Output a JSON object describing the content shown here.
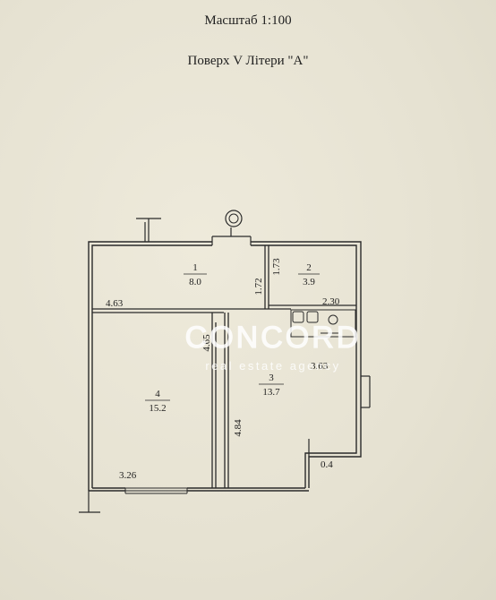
{
  "header": {
    "scale": "Масштаб 1:100",
    "floor": "Поверх V Літери \"А\""
  },
  "rooms": [
    {
      "number": "1",
      "area": "8.0"
    },
    {
      "number": "2",
      "area": "3.9"
    },
    {
      "number": "3",
      "area": "13.7"
    },
    {
      "number": "4",
      "area": "15.2"
    }
  ],
  "dimensions": {
    "d_463_h": "4.63",
    "d_172": "1.72",
    "d_173": "1.73",
    "d_230": "2.30",
    "d_465": "4.65",
    "d_363": "3.63",
    "d_484": "4.84",
    "d_326": "3.26",
    "d_04": "0.4"
  },
  "watermark": {
    "brand": "CONCORD",
    "tagline": "real estate agency"
  },
  "colors": {
    "paper": "#e9e6d6",
    "ink": "#1f1f1f",
    "watermark": "#ffffff"
  }
}
